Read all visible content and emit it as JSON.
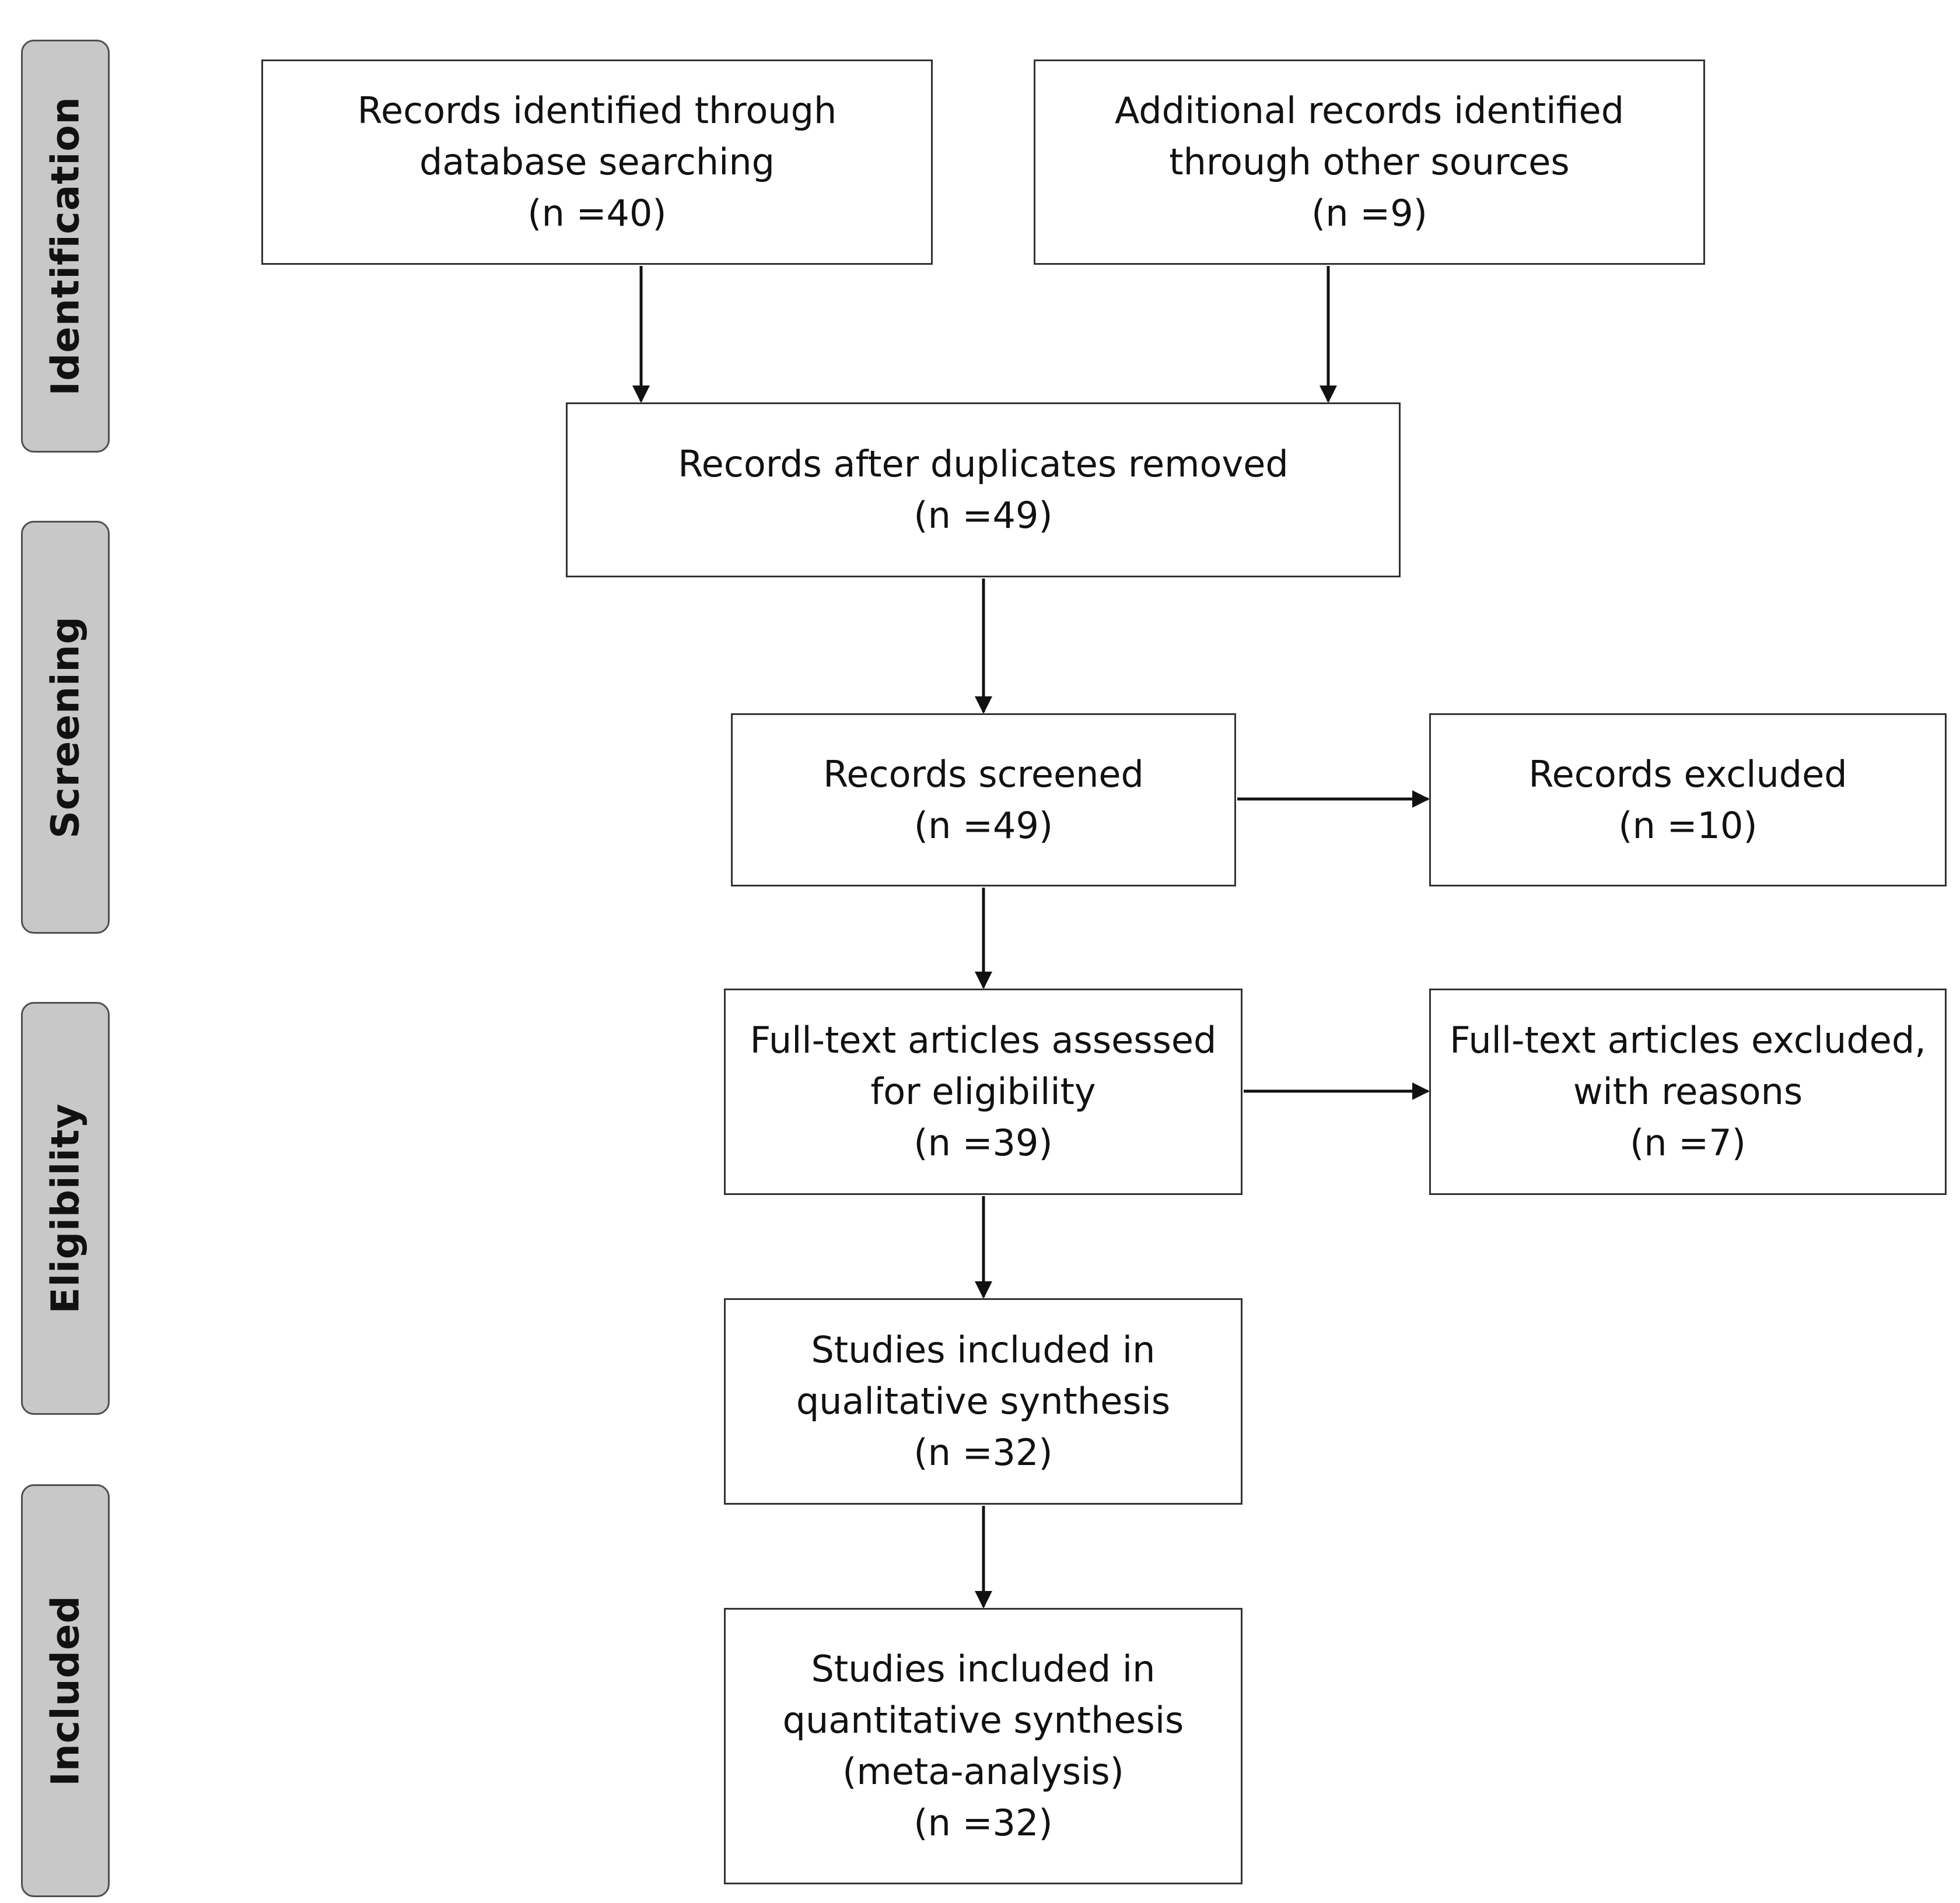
{
  "phases": {
    "identification": "Identification",
    "screening": "Screening",
    "eligibility": "Eligibility",
    "included": "Included"
  },
  "boxes": {
    "database": {
      "lines": [
        "Records identified through",
        "database searching",
        "(n =40)"
      ],
      "n": 40
    },
    "other_sources": {
      "lines": [
        "Additional records identified",
        "through other sources",
        "(n =9)"
      ],
      "n": 9
    },
    "after_duplicates": {
      "lines": [
        "Records after duplicates removed",
        "(n =49)"
      ],
      "n": 49
    },
    "screened": {
      "lines": [
        "Records screened",
        "(n =49)"
      ],
      "n": 49
    },
    "excluded": {
      "lines": [
        "Records excluded",
        "(n =10)"
      ],
      "n": 10
    },
    "fulltext_assessed": {
      "lines": [
        "Full-text articles assessed",
        "for eligibility",
        "(n =39)"
      ],
      "n": 39
    },
    "fulltext_excluded": {
      "lines": [
        "Full-text articles excluded,",
        "with reasons",
        "(n =7)"
      ],
      "n": 7
    },
    "qualitative": {
      "lines": [
        "Studies included in",
        "qualitative synthesis",
        "(n =32)"
      ],
      "n": 32
    },
    "quantitative": {
      "lines": [
        "Studies included in",
        "quantitative synthesis",
        "(meta-analysis)",
        "(n =32)"
      ],
      "n": 32
    }
  }
}
